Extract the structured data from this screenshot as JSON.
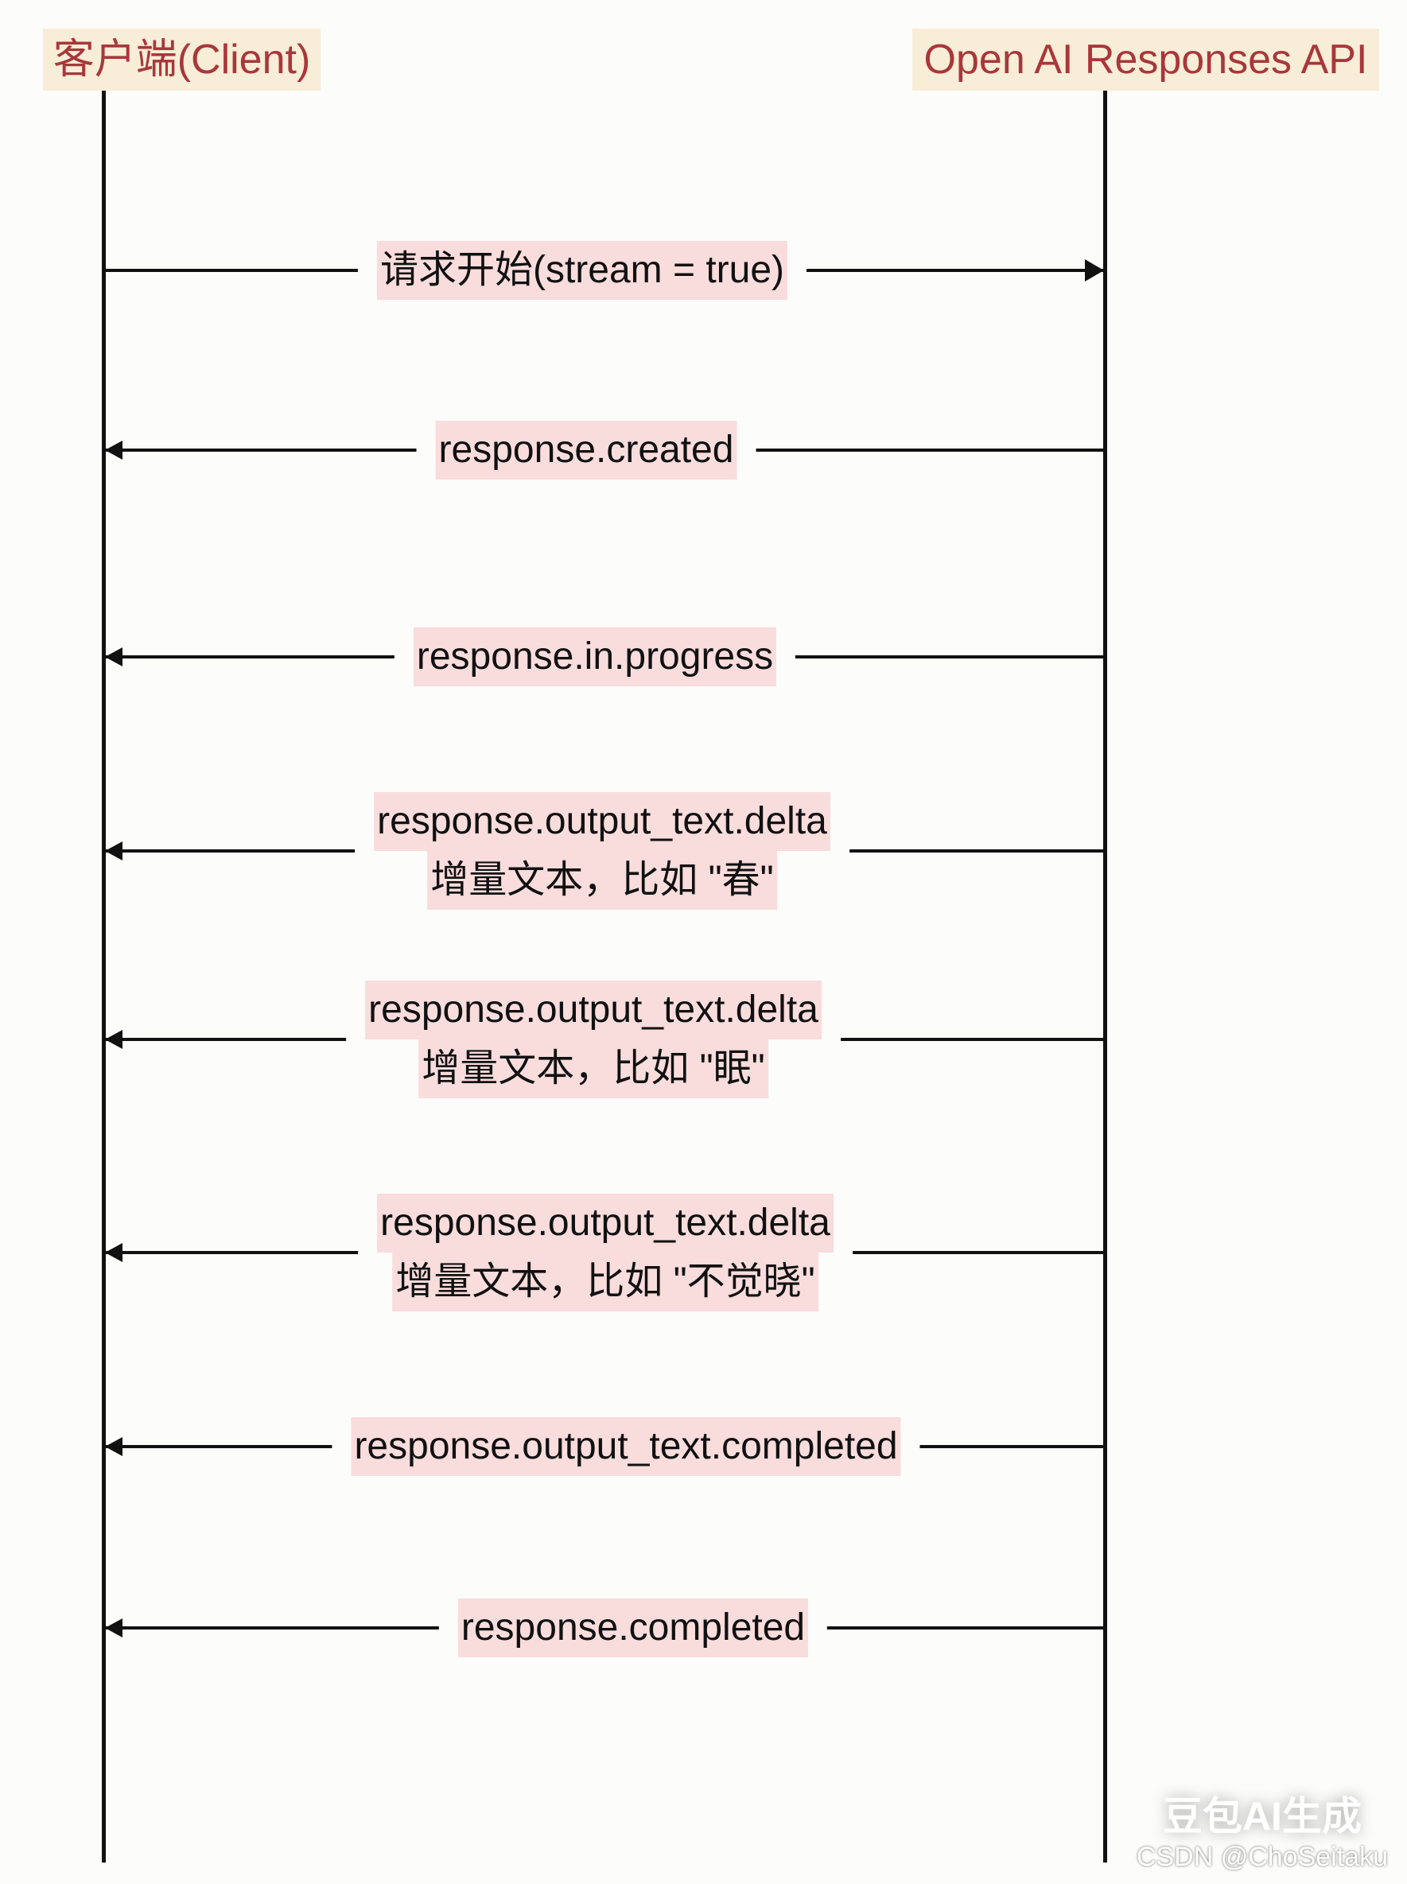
{
  "participants": {
    "client": "客户端(Client)",
    "server": "Open AI  Responses API"
  },
  "messages": [
    {
      "direction": "client-to-server",
      "lines": [
        "请求开始(stream = true)"
      ]
    },
    {
      "direction": "server-to-client",
      "lines": [
        "response.created"
      ]
    },
    {
      "direction": "server-to-client",
      "lines": [
        "response.in.progress"
      ]
    },
    {
      "direction": "server-to-client",
      "lines": [
        "response.output_text.delta",
        "增量文本，比如 \"春\""
      ]
    },
    {
      "direction": "server-to-client",
      "lines": [
        "response.output_text.delta",
        "增量文本，比如 \"眠\""
      ]
    },
    {
      "direction": "server-to-client",
      "lines": [
        "response.output_text.delta",
        "增量文本，比如 \"不觉晓\""
      ]
    },
    {
      "direction": "server-to-client",
      "lines": [
        "response.output_text.completed"
      ]
    },
    {
      "direction": "server-to-client",
      "lines": [
        "response.completed"
      ]
    }
  ],
  "watermark": {
    "logo": "豆包AI生成",
    "credit": "CSDN @ChoSeitaku"
  },
  "colors": {
    "header_bg": "#f8edd6",
    "header_text": "#a8373c",
    "label_bg": "#f9dcdc",
    "line": "#111111"
  }
}
